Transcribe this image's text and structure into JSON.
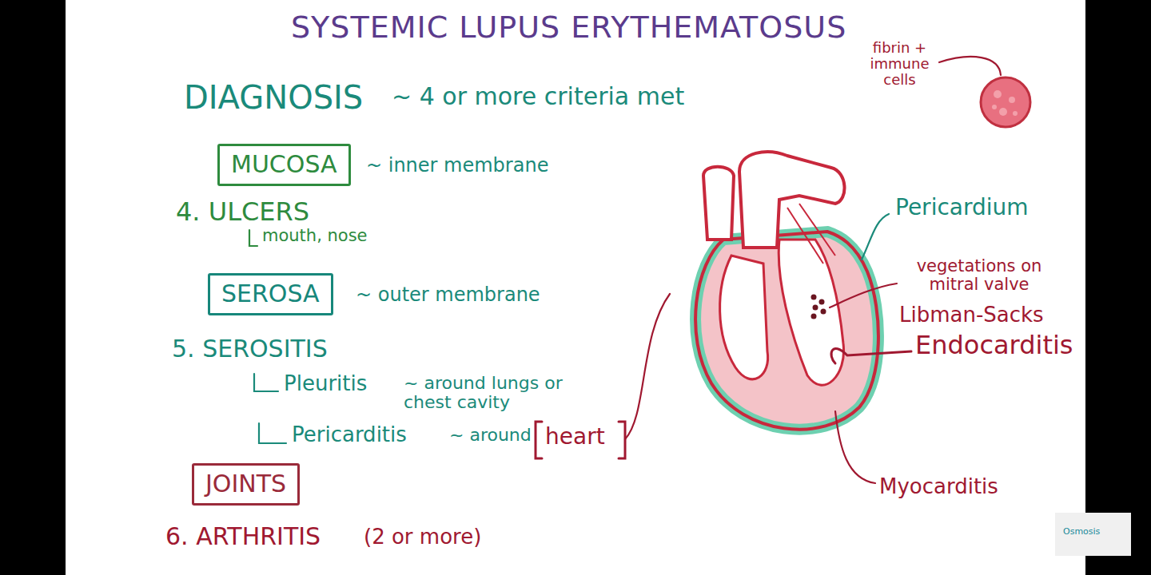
{
  "diagram": {
    "title": "SYSTEMIC LUPUS ERYTHEMATOSUS",
    "nodes": [
      {
        "text": [
          "MUCOSA"
        ]
      },
      {
        "text": [
          "SEROSA"
        ]
      },
      {
        "text": [
          "JOINTS"
        ]
      }
    ],
    "labels": [
      "DIAGNOSIS",
      "~ 4 or more criteria met",
      "~ inner membrane",
      "4. ULCERS",
      "mouth, nose",
      "~ outer membrane",
      "5. SEROSITIS",
      "Pleuritis",
      "~ around lungs or chest cavity",
      "Pericarditis",
      "~ around",
      "heart",
      "6. ARTHRITIS",
      "(2 or more)",
      "fibrin + immune cells",
      "Pericardium",
      "vegetations on mitral valve",
      "Libman-Sacks",
      "Endocarditis",
      "Myocarditis",
      "Osmosis"
    ]
  }
}
